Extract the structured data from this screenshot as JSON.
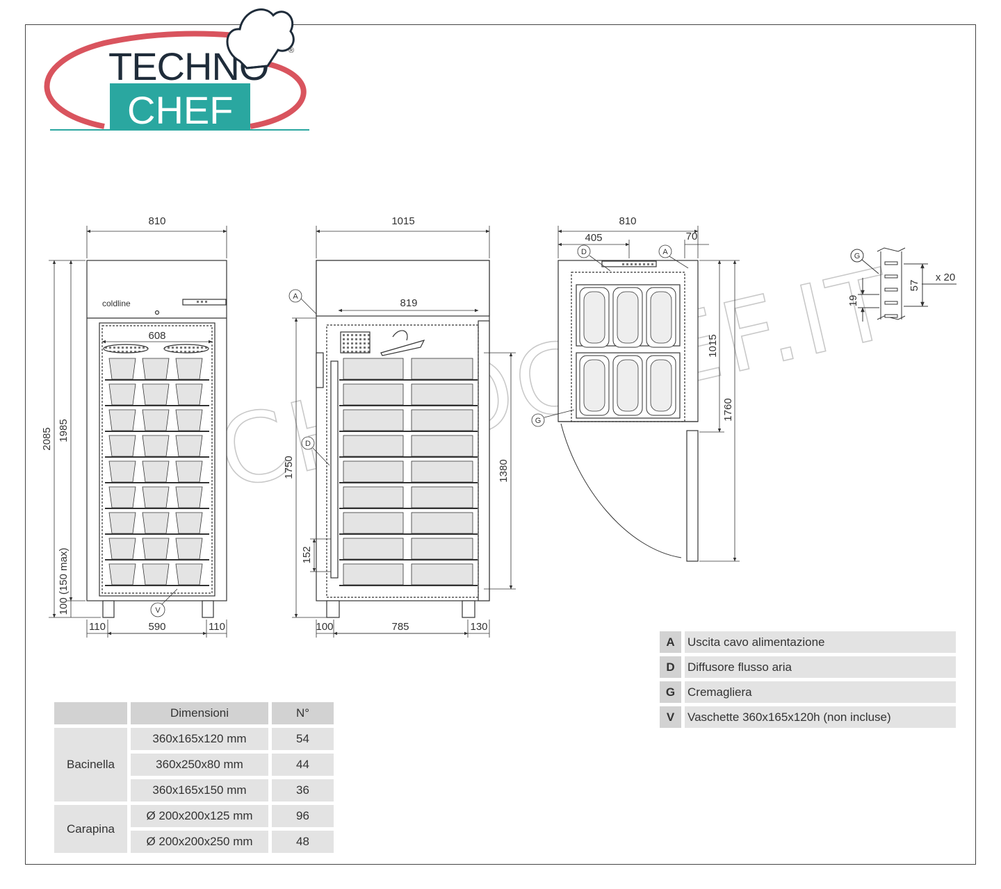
{
  "logo": {
    "line1": "TECHNO",
    "line2": "CHEF",
    "registered": "®",
    "colors": {
      "arc": "#d9545e",
      "teal": "#2aa7a0",
      "dark": "#1f2c3a"
    }
  },
  "watermark": "TECHNOCHEF.IT",
  "front_view": {
    "brand": "coldline",
    "width": "810",
    "inner_width": "608",
    "height_total": "2085",
    "height_body": "1985",
    "feet": "100 (150 max)",
    "side_left": "110",
    "center": "590",
    "side_right": "110",
    "callout_v": "V"
  },
  "side_view": {
    "depth": "1015",
    "inner_depth": "819",
    "height": "1750",
    "inner_height": "1380",
    "low": "152",
    "back": "100",
    "mid": "785",
    "front": "130",
    "callout_a": "A",
    "callout_d": "D"
  },
  "top_view": {
    "width": "810",
    "half": "405",
    "offset": "70",
    "depth": "1015",
    "open_depth": "1760",
    "callout_d": "D",
    "callout_a": "A",
    "callout_g": "G"
  },
  "rack_detail": {
    "callout_g": "G",
    "pitch": "57",
    "gap": "19",
    "count": "x 20"
  },
  "legend": [
    {
      "key": "A",
      "text": "Uscita cavo alimentazione"
    },
    {
      "key": "D",
      "text": "Diffusore flusso aria"
    },
    {
      "key": "G",
      "text": "Cremagliera"
    },
    {
      "key": "V",
      "text": "Vaschette 360x165x120h (non incluse)"
    }
  ],
  "spec_table": {
    "headers": [
      "",
      "Dimensioni",
      "N°"
    ],
    "groups": [
      {
        "name": "Bacinella",
        "rows": [
          {
            "dim": "360x165x120 mm",
            "n": "54"
          },
          {
            "dim": "360x250x80 mm",
            "n": "44"
          },
          {
            "dim": "360x165x150 mm",
            "n": "36"
          }
        ]
      },
      {
        "name": "Carapina",
        "rows": [
          {
            "dim": "Ø 200x200x125 mm",
            "n": "96"
          },
          {
            "dim": "Ø 200x200x250 mm",
            "n": "48"
          }
        ]
      }
    ]
  }
}
